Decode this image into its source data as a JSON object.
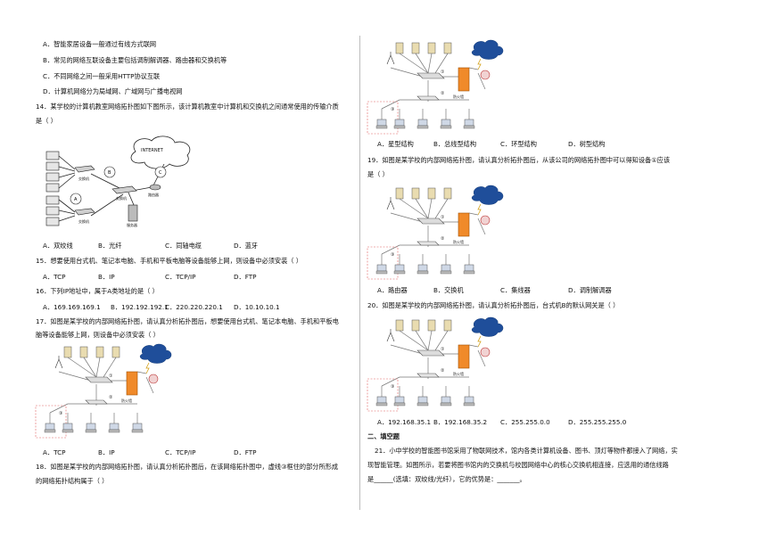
{
  "left": {
    "q13_options": [
      "A．智能家居设备一般通过有线方式联网",
      "B．常见的网络互联设备主要包括调制解调器、路由器和交换机等",
      "C．不同网络之间一般采用HTTP协议互联",
      "D．计算机网络分为局域网、广域网与广播电视网"
    ],
    "q14_line1": "14．某学校的计算机教室网络拓扑图如下图所示，该计算机教室中计算机和交换机之间通常使用的传输介质",
    "q14_line2": "是（    ）",
    "q14_figure": {
      "internet": "INTERNET",
      "label_a": "A",
      "label_b": "B",
      "label_c": "C",
      "switch_main": "交换机",
      "switch_small1": "交换机",
      "switch_small2": "交换机",
      "server": "服务器",
      "router": "路由器"
    },
    "q14_options": [
      "A．双绞线",
      "B．光纤",
      "C．同轴电缆",
      "D．蓝牙"
    ],
    "q15": "15．想要使用台式机、笔记本电脑、手机和平板电脑等设备能够上网，则设备中必须安装（      ）",
    "q15_options": [
      "A．TCP",
      "B．IP",
      "C．TCP/IP",
      "D．FTP"
    ],
    "q16": "16．下列IP地址中，属于A类地址的是（    ）",
    "q16_options": [
      "A．169.169.169.1",
      "B．192.192.192.1",
      "C．220.220.220.1",
      "D．10.10.10.1"
    ],
    "q17_line1": "17．如图是某学校的内部网络拓扑图，请认真分析拓扑图后，想要使用台式机、笔记本电脑、手机和平板电",
    "q17_line2": "脑等设备能够上网，则设备中必须安装（    ）",
    "q17_options": [
      "A．TCP",
      "B．IP",
      "C．TCP/IP",
      "D．FTP"
    ],
    "q18_line1": "18．如图是某学校的内部网络拓扑图，请认真分析拓扑图后，在该网络拓扑图中，虚线③框住的部分所形成",
    "q18_line2": "的网络拓扑结构属于（    ）"
  },
  "right": {
    "q18_options": [
      "A．星型结构",
      "B．总线型结构",
      "C．环型结构",
      "D．树型结构"
    ],
    "q19_line1": "19．如图是某学校的内部网络拓扑图，请认真分析拓扑图后，从该公司的网络拓扑图中可以得知设备①应该",
    "q19_line2": "是（    ）",
    "q19_options": [
      "A．路由器",
      "B．交换机",
      "C．集线器",
      "D．调制解调器"
    ],
    "q20": "20．如图是某学校的内部网络拓扑图，请认真分析拓扑图后，台式机B的默认网关是（    ）",
    "q20_options": [
      "A．192.168.35.1",
      "B．192.168.35.2",
      "C．255.255.0.0",
      "D．255.255.255.0"
    ],
    "section2": "二、填空题",
    "q21_line1": "21．小中学校的智能图书馆采用了物联网技术，馆内各类计算机设备、图书、顶灯等物件都接入了网络，实",
    "q21_line2": "现智能管理。如图所示，若要将图书馆内的交换机与校园网络中心的核心交换机相连接，应选用的通信线路",
    "q21_line3": "是______(选填：双绞线/光纤），它的优势是：_______。"
  },
  "topo_labels": {
    "firewall": "防火墙",
    "n1": "①",
    "n2": "②",
    "n3": "③"
  }
}
